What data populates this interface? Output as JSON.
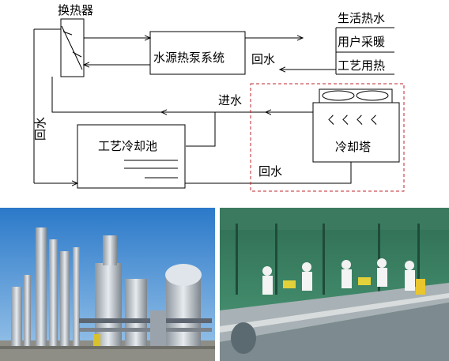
{
  "diagram": {
    "heat_exchanger_label": "换热器",
    "heat_pump_label": "水源热泵系统",
    "user_loads": [
      "生活热水",
      "用户采暖",
      "工艺用热"
    ],
    "return_water_top": "回水",
    "inlet_water": "进水",
    "cooling_pool_label": "工艺冷却池",
    "cooling_tower_label": "冷却塔",
    "tower_sprays": "ㄑㄑㄑㄑ",
    "return_water_bottom": "回水",
    "return_water_left": "回水"
  },
  "photos": [
    {
      "name": "chemical-plant-photo",
      "content": "industrial plant towers"
    },
    {
      "name": "factory-workshop-photo",
      "content": "production line workers"
    }
  ]
}
